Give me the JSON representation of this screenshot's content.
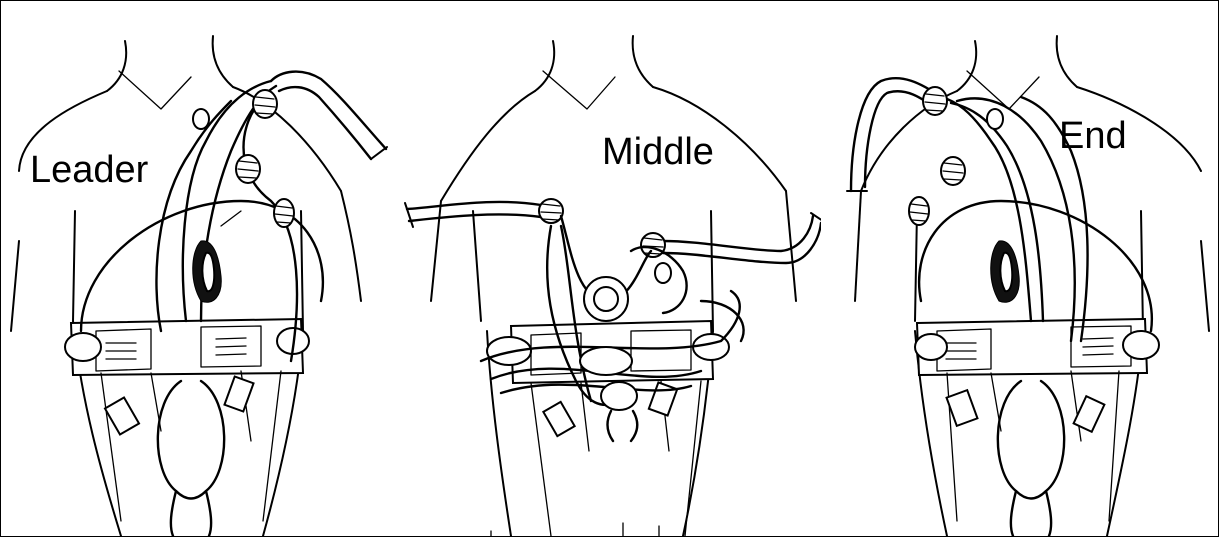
{
  "figure": {
    "panels": [
      {
        "id": "leader",
        "label": "Leader"
      },
      {
        "id": "middle",
        "label": "Middle"
      },
      {
        "id": "end",
        "label": "End"
      }
    ]
  }
}
